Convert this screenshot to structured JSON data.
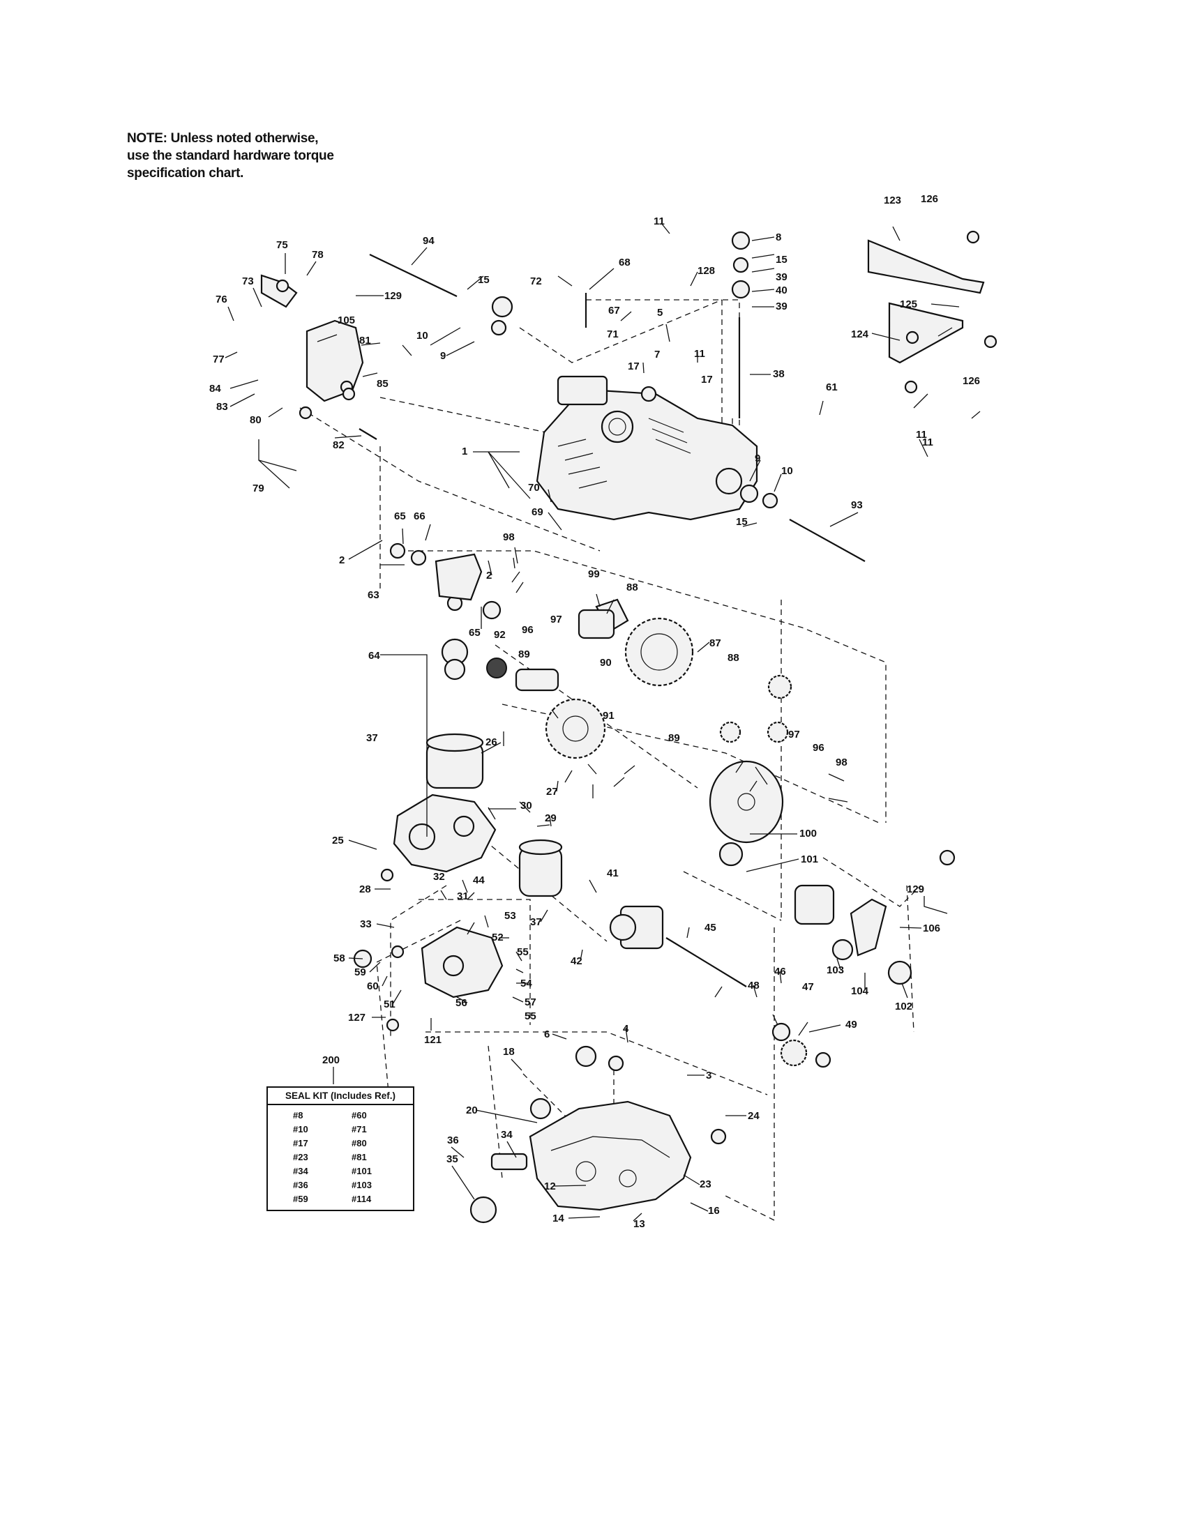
{
  "note": {
    "line1": "NOTE: Unless noted otherwise,",
    "line2": "use the standard hardware torque",
    "line3": "specification chart."
  },
  "seal_kit": {
    "ref": "200",
    "title": "SEAL KIT (Includes Ref.)",
    "rows": [
      [
        "#8",
        "#60"
      ],
      [
        "#10",
        "#71"
      ],
      [
        "#17",
        "#80"
      ],
      [
        "#23",
        "#81"
      ],
      [
        "#34",
        "#101"
      ],
      [
        "#36",
        "#103"
      ],
      [
        "#59",
        "#114"
      ]
    ]
  },
  "callouts": [
    "75",
    "78",
    "73",
    "76",
    "77",
    "84",
    "83",
    "80",
    "79",
    "129",
    "105",
    "81",
    "85",
    "82",
    "94",
    "15",
    "10",
    "9",
    "72",
    "68",
    "67",
    "71",
    "11",
    "128",
    "5",
    "7",
    "17",
    "17",
    "11",
    "8",
    "15",
    "39",
    "40",
    "39",
    "38",
    "61",
    "123",
    "126",
    "125",
    "124",
    "126",
    "11",
    "1",
    "70",
    "69",
    "9",
    "10",
    "15",
    "93",
    "65",
    "66",
    "2",
    "63",
    "98",
    "2",
    "65",
    "99",
    "96",
    "97",
    "88",
    "87",
    "92",
    "89",
    "90",
    "91",
    "88",
    "64",
    "37",
    "89",
    "97",
    "96",
    "98",
    "26",
    "27",
    "30",
    "29",
    "25",
    "28",
    "32",
    "44",
    "31",
    "33",
    "53",
    "52",
    "58",
    "59",
    "60",
    "51",
    "37",
    "42",
    "41",
    "45",
    "100",
    "101",
    "129",
    "106",
    "55",
    "54",
    "57",
    "56",
    "55",
    "103",
    "104",
    "102",
    "48",
    "46",
    "47",
    "49",
    "127",
    "121",
    "6",
    "4",
    "3",
    "18",
    "20",
    "24",
    "36",
    "34",
    "35",
    "12",
    "14",
    "13",
    "23",
    "16",
    "11",
    "200"
  ]
}
